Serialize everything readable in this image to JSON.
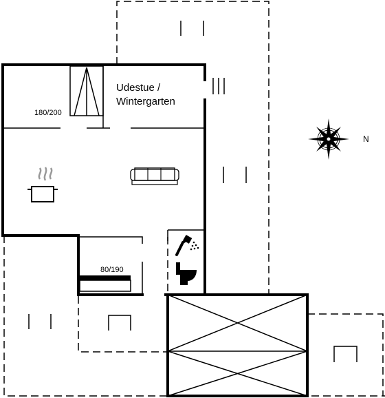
{
  "rooms": {
    "sunroom": {
      "line1": "Udestue /",
      "line2": "Wintergarten"
    },
    "bed_1": {
      "size": "180/200"
    },
    "bed_2": {
      "size": "80/190"
    }
  },
  "compass": {
    "north_label": "N"
  },
  "icons": [
    "compass-rose-icon",
    "cooking-pot-icon",
    "sofa-icon",
    "shower-icon",
    "toilet-icon",
    "bed-icon",
    "stair-icon"
  ]
}
